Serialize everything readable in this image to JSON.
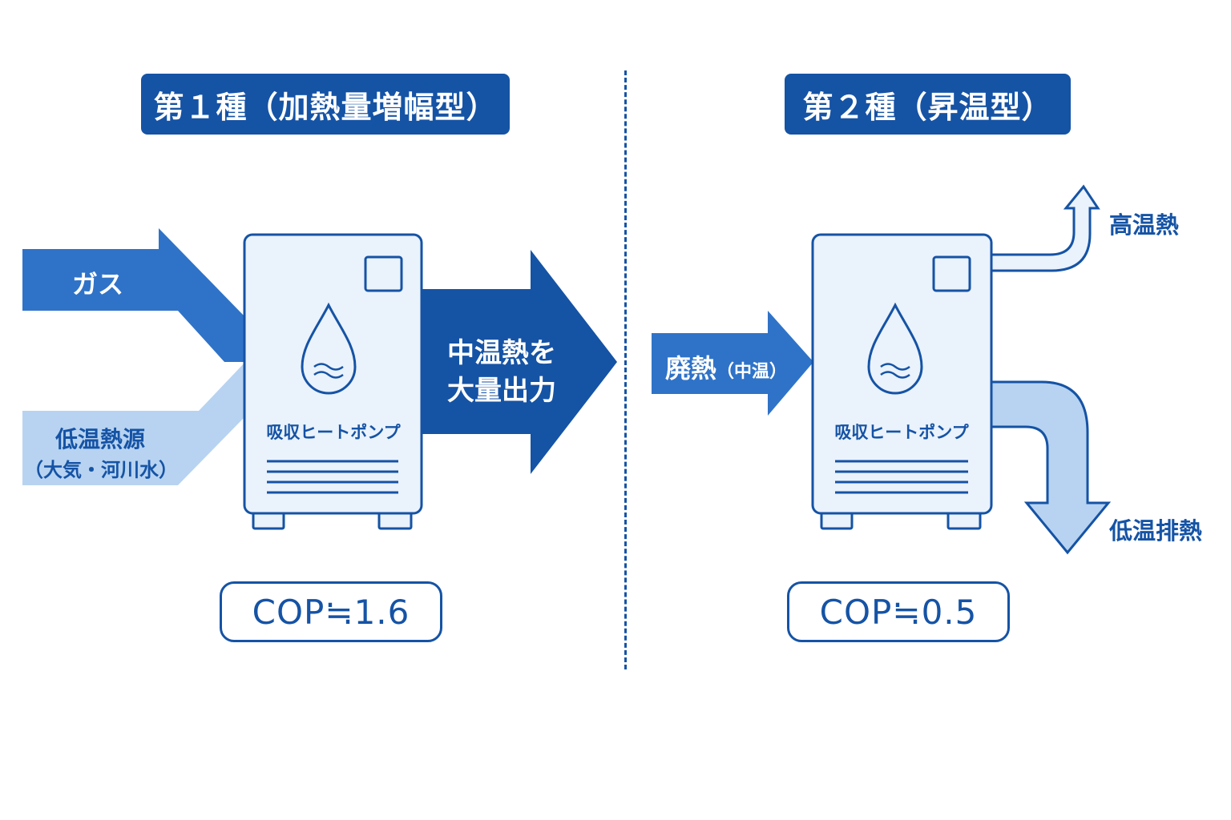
{
  "colors": {
    "primary": "#1553a5",
    "arrow_mid": "#2f73c8",
    "arrow_light": "#b7d3f1",
    "unit_fill": "#eaf2fb",
    "white": "#ffffff"
  },
  "left": {
    "title": "第１種（加熱量増幅型）",
    "input_gas": "ガス",
    "input_low_line1": "低温熱源",
    "input_low_line2": "（大気・河川水）",
    "output_line1": "中温熱を",
    "output_line2": "大量出力",
    "unit_label": "吸収ヒートポンプ",
    "icon": "water-drop-icon",
    "cop": "COP≒1.6"
  },
  "right": {
    "title": "第２種（昇温型）",
    "input_label": "廃熱",
    "input_sub": "（中温）",
    "output_high": "高温熱",
    "output_low": "低温排熱",
    "unit_label": "吸収ヒートポンプ",
    "icon": "water-drop-icon",
    "cop": "COP≒0.5"
  }
}
